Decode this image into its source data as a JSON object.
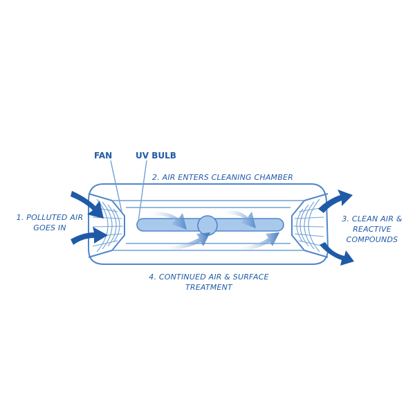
{
  "labels": {
    "fan": "FAN",
    "uv_bulb": "UV BULB",
    "step2": "2. AIR ENTERS CLEANING CHAMBER",
    "step1_line1": "1. POLLUTED AIR",
    "step1_line2": "GOES IN",
    "step3_line1": "3. CLEAN AIR &",
    "step3_line2": "REACTIVE",
    "step3_line3": "COMPOUNDS",
    "step4_line1": "4. CONTINUED AIR & SURFACE",
    "step4_line2": "TREATMENT"
  },
  "colors": {
    "label": "#1f5aa6",
    "outline": "#4f86c9",
    "bulb": "#a9c9ec",
    "arrow_dark": "#1f5aa6",
    "arrow_light": "#b7cfea"
  }
}
